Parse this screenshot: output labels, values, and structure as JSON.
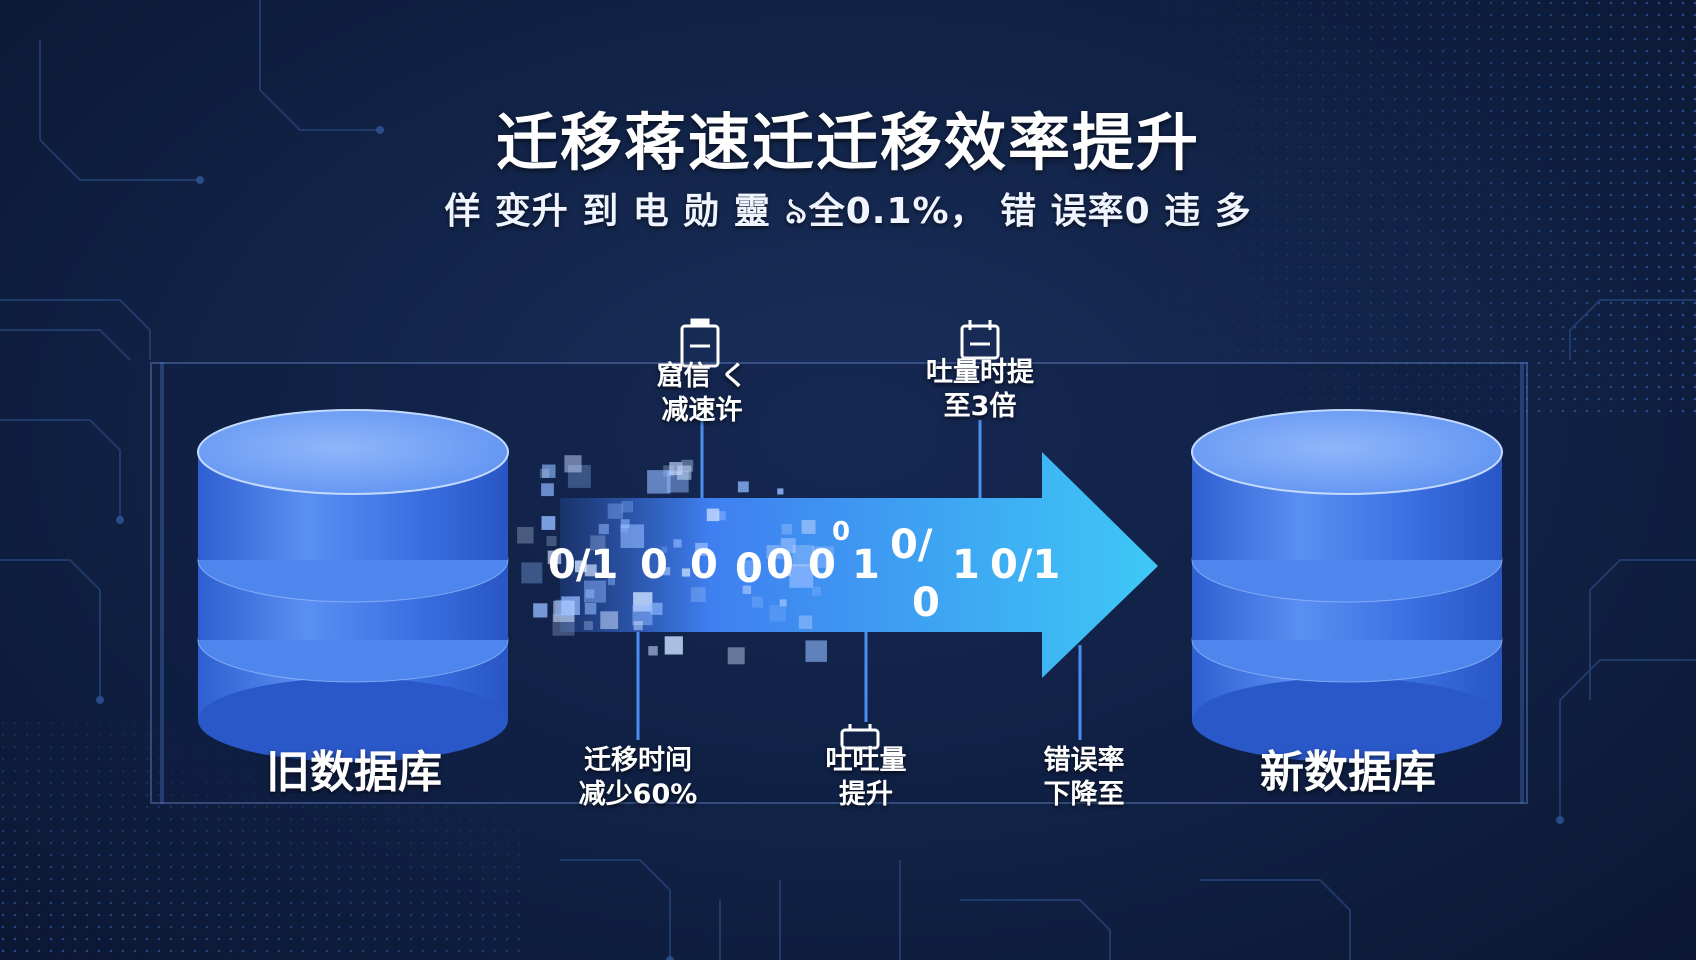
{
  "title": "迁移蒋速迁迁移效率提升",
  "subtitle": "佯 变升 到 电 勋 靈 ৯全0.1%， 错 误率0 违 多",
  "old_db_label": "旧数据库",
  "new_db_label": "新数据库",
  "binary_stream": [
    "0/1",
    "0",
    "0",
    "0",
    "0",
    "0",
    "1",
    "0/",
    "1",
    "0/1",
    "0",
    "0"
  ],
  "metrics_top": [
    {
      "line1": "窟信 く",
      "line2": "减速许",
      "icon": "battery-icon"
    },
    {
      "line1": "吐量时提",
      "line2": "至3倍",
      "icon": "calendar-icon"
    }
  ],
  "metrics_bottom": [
    {
      "line1": "迁移时间",
      "line2": "减少60%",
      "icon": ""
    },
    {
      "line1": "吐吐量",
      "line2": "提升",
      "icon": "plug-icon"
    },
    {
      "line1": "错误率",
      "line2": "下降至",
      "icon": ""
    }
  ],
  "colors": {
    "background": "#122449",
    "cylinder_top": "#6f9df5",
    "cylinder_body": "#3a6fe0",
    "arrow_start": "#3f7ff0",
    "arrow_end": "#3ec8f5",
    "connector": "#4a8ff0"
  }
}
